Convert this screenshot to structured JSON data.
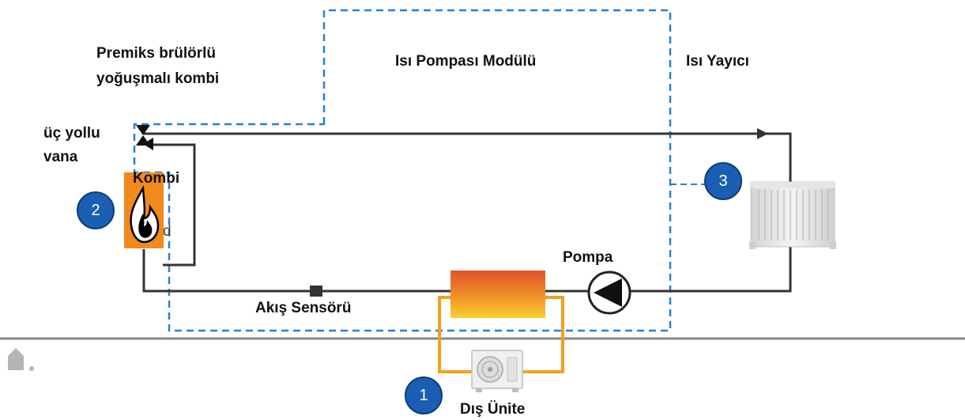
{
  "labels": {
    "boiler": "Premiks brülörlü",
    "boiler_line2": "yoğuşmalı kombi",
    "module": "Isı Pompası Modülü",
    "emitter": "Isı Yayıcı",
    "valve": "üç yollu",
    "valve_line2": "vana",
    "kombi": "Kombi",
    "pump": "Pompa",
    "flow_sensor": "Akış Sensörü",
    "outdoor_unit": "Dış Ünite",
    "partial": "d"
  },
  "badges": {
    "one": "1",
    "two": "2",
    "three": "3"
  },
  "colors": {
    "pipe": "#333333",
    "dashed_boundary": "#2a7fd4",
    "badge_fill": "#1a5fb4",
    "boiler_orange": "#f08a1c",
    "heat_exchanger_top": "#e8702a",
    "heat_exchanger_bottom": "#f7c42a",
    "refrigerant_loop": "#f5a01e",
    "ground": "#888888"
  },
  "icons": [
    "three-way-valve-icon",
    "flame-icon",
    "pump-icon",
    "radiator-icon",
    "outdoor-unit-icon",
    "house-icon",
    "flow-sensor-icon",
    "heat-exchanger-icon"
  ]
}
